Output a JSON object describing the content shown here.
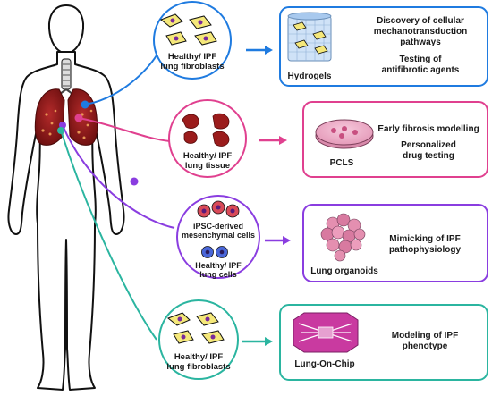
{
  "colors": {
    "blue": "#1f7be0",
    "pink": "#e0408f",
    "purple": "#8a3de0",
    "teal": "#2bb5a0",
    "lung": "#8c1a1a",
    "fibroblast": "#f5e87a"
  },
  "sources": [
    {
      "id": "fibroblasts-top",
      "label_lines": [
        "Healthy/ IPF",
        "lung fibroblasts"
      ]
    },
    {
      "id": "lung-tissue",
      "label_lines": [
        "Healthy/ IPF",
        "lung tissue"
      ]
    },
    {
      "id": "ipsc",
      "label_lines": [
        "iPSC-derived",
        "mesenchymal cells"
      ],
      "label2_lines": [
        "Healthy/ IPF",
        "lung cells"
      ]
    },
    {
      "id": "fibroblasts-bottom",
      "label_lines": [
        "Healthy/ IPF",
        "lung fibroblasts"
      ]
    }
  ],
  "models": [
    {
      "id": "hydrogels",
      "name": "Hydrogels",
      "applications": [
        [
          "Discovery of cellular",
          "mechanotransduction",
          "pathways"
        ],
        [
          "Testing of",
          "antifibrotic agents"
        ]
      ]
    },
    {
      "id": "pcls",
      "name": "PCLS",
      "applications": [
        [
          "Early fibrosis modelling"
        ],
        [
          "Personalized",
          "drug testing"
        ]
      ]
    },
    {
      "id": "organoids",
      "name": "Lung organoids",
      "applications": [
        [
          "Mimicking of IPF",
          "pathophysiology"
        ]
      ]
    },
    {
      "id": "chip",
      "name": "Lung-On-Chip",
      "applications": [
        [
          "Modeling of IPF",
          "phenotype"
        ]
      ]
    }
  ]
}
